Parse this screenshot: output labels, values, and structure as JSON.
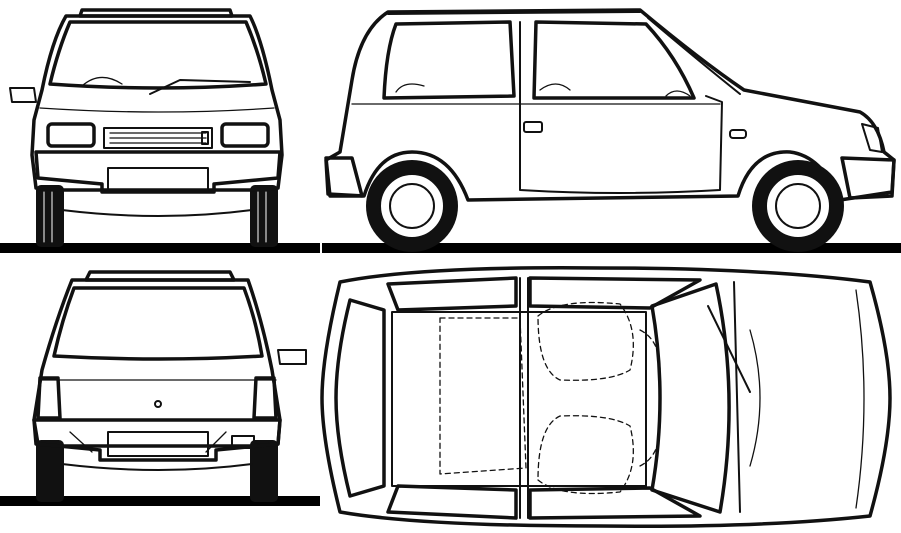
{
  "drawing": {
    "views": [
      "front",
      "side",
      "rear",
      "top"
    ],
    "line_color": "#111111",
    "background": "#ffffff"
  }
}
